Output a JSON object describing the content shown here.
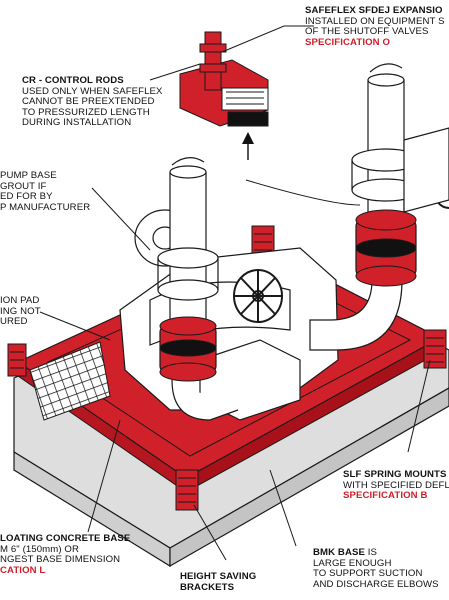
{
  "colors": {
    "red": "#d0202a",
    "line": "#1a1a1a",
    "concrete": "#dedede",
    "white": "#ffffff"
  },
  "callouts": {
    "safeflex": {
      "title": "SAFEFLEX SFDEJ EXPANSIO",
      "lines": [
        "INSTALLED ON EQUIPMENT S",
        "OF THE SHUTOFF VALVES"
      ],
      "spec": "SPECIFICATION O"
    },
    "control_rods": {
      "title": "CR - CONTROL RODS",
      "lines": [
        "USED ONLY WHEN SAFEFLEX",
        "CANNOT BE PREEXTENDED",
        "TO PRESSURIZED LENGTH",
        "DURING INSTALLATION"
      ]
    },
    "pump_base": {
      "lines": [
        "PUMP BASE",
        "GROUT IF",
        "ED FOR BY",
        "P MANUFACTURER"
      ]
    },
    "isolation_pad": {
      "lines": [
        "ION PAD",
        "ING NOT",
        "URED"
      ]
    },
    "slf_mounts": {
      "title": "SLF SPRING MOUNTS",
      "lines": [
        "WITH SPECIFIED DEFL"
      ],
      "spec": "SPECIFICATION B"
    },
    "concrete_base": {
      "title": "LOATING CONCRETE BASE",
      "lines": [
        "M 6\" (150mm) OR",
        "NGEST BASE DIMENSION"
      ],
      "spec": "CATION L"
    },
    "bmk_base": {
      "title": "BMK BASE",
      "title_suffix": " IS",
      "lines": [
        "LARGE ENOUGH",
        "TO SUPPORT SUCTION",
        "AND DISCHARGE ELBOWS"
      ]
    },
    "height_brackets": {
      "title": "HEIGHT SAVING",
      "title2": "BRACKETS"
    }
  }
}
